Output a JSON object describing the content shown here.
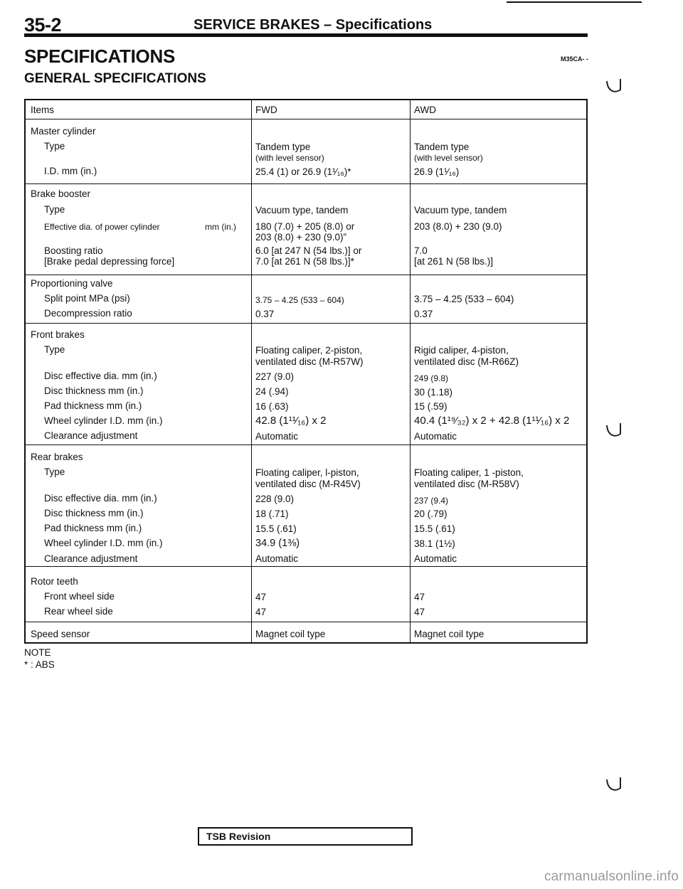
{
  "header": {
    "page_number": "35-2",
    "title": "SERVICE BRAKES – Specifications",
    "section_title": "SPECIFICATIONS",
    "ref_code": "M35CA- -",
    "subsection_title": "GENERAL SPECIFICATIONS"
  },
  "table": {
    "headers": [
      "Items",
      "FWD",
      "AWD"
    ],
    "groups": [
      {
        "title": "Master cylinder",
        "rows": [
          {
            "item": "Type",
            "fwd": "Tandem type",
            "awd": "Tandem type"
          },
          {
            "item": "",
            "fwd": "(with level sensor)",
            "awd": "(with level sensor)"
          },
          {
            "item": "I.D. mm (in.)",
            "fwd": "25.4 (1) or 26.9 (1¹⁄₁₆)*",
            "awd": "26.9 (1¹⁄₁₆)"
          }
        ]
      },
      {
        "title": "Brake booster",
        "rows": [
          {
            "item": "Type",
            "fwd": "Vacuum type, tandem",
            "awd": "Vacuum type, tandem"
          },
          {
            "item": "Effective dia. of power cylinder",
            "item_unit": "mm (in.)",
            "fwd": "180 (7.0) + 205 (8.0) or",
            "awd": "203 (8.0) + 230 (9.0)"
          },
          {
            "item": "",
            "fwd": "203 (8.0) + 230 (9.0)”",
            "awd": ""
          },
          {
            "item": "Boosting ratio",
            "fwd": "6.0 [at 247 N (54 lbs.)] or",
            "awd": "7.0"
          },
          {
            "item": "[Brake pedal depressing force]",
            "fwd": "7.0 [at 261 N (58 lbs.)]*",
            "awd": "[at 261 N (58 lbs.)]"
          }
        ]
      },
      {
        "title": "Proportioning valve",
        "rows": [
          {
            "item": "Split point MPa (psi)",
            "fwd": "3.75 – 4.25 (533 – 604)",
            "awd": "3.75 – 4.25 (533 – 604)"
          },
          {
            "item": "Decompression ratio",
            "fwd": "0.37",
            "awd": "0.37"
          }
        ]
      },
      {
        "title": "Front brakes",
        "rows": [
          {
            "item": "Type",
            "fwd": "Floating caliper, 2-piston,",
            "awd": "Rigid caliper, 4-piston,"
          },
          {
            "item": "",
            "fwd": "ventilated disc (M-R57W)",
            "awd": "ventilated disc (M-R66Z)"
          },
          {
            "item": "Disc effective dia. mm (in.)",
            "fwd": "227 (9.0)",
            "awd": "249 (9.8)"
          },
          {
            "item": "Disc thickness mm (in.)",
            "fwd": "24 (.94)",
            "awd": "30 (1.18)"
          },
          {
            "item": "Pad thickness mm (in.)",
            "fwd": "16 (.63)",
            "awd": "15 (.59)"
          },
          {
            "item": "Wheel cylinder I.D. mm (in.)",
            "fwd": "42.8 (1¹¹⁄₁₆) x 2",
            "awd": "40.4 (1¹⁹⁄₃₂) x 2 + 42.8 (1¹¹⁄₁₆) x 2"
          },
          {
            "item": "Clearance adjustment",
            "fwd": "Automatic",
            "awd": "Automatic"
          }
        ]
      },
      {
        "title": "Rear brakes",
        "rows": [
          {
            "item": "Type",
            "fwd": "Floating caliper, l-piston,",
            "awd": "Floating caliper, 1 -piston,"
          },
          {
            "item": "",
            "fwd": "ventilated disc (M-R45V)",
            "awd": "ventilated disc (M-R58V)"
          },
          {
            "item": "Disc effective dia. mm (in.)",
            "fwd": "228 (9.0)",
            "awd": "237 (9.4)"
          },
          {
            "item": "Disc thickness mm (in.)",
            "fwd": "18 (.71)",
            "awd": "20 (.79)"
          },
          {
            "item": "Pad thickness mm (in.)",
            "fwd": "15.5 (.61)",
            "awd": "15.5 (.61)"
          },
          {
            "item": "Wheel cylinder I.D. mm (in.)",
            "fwd": "34.9 (1⅜)",
            "awd": "38.1 (1½)"
          },
          {
            "item": "Clearance adjustment",
            "fwd": "Automatic",
            "awd": "Automatic"
          }
        ]
      },
      {
        "title": "Rotor teeth",
        "rows": [
          {
            "item": "Front wheel side",
            "fwd": "47",
            "awd": "47"
          },
          {
            "item": "Rear wheel side",
            "fwd": "47",
            "awd": "47"
          }
        ]
      },
      {
        "title": "",
        "rows": [
          {
            "item": "Speed sensor",
            "fwd": "Magnet coil type",
            "awd": "Magnet coil type"
          }
        ]
      }
    ]
  },
  "note": {
    "label": "NOTE",
    "text": "* : ABS"
  },
  "footer": {
    "tsb_label": "TSB Revision",
    "watermark": "carmanualsonline.info"
  }
}
